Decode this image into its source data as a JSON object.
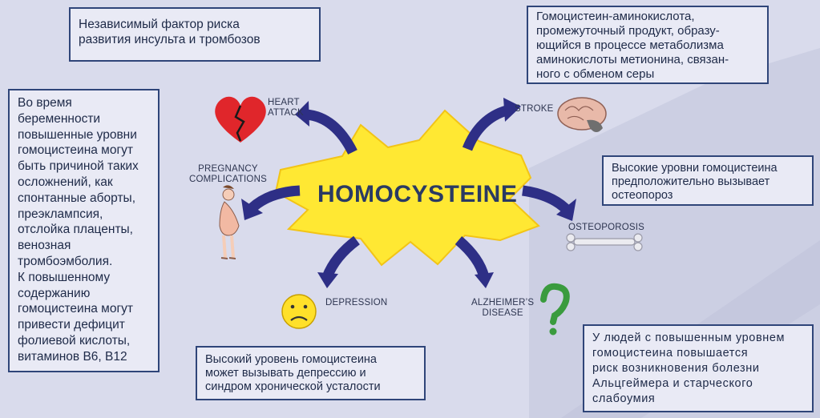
{
  "center_label": "HOMOCYSTEINE",
  "outcomes": {
    "heart_attack": "HEART\nATTACK",
    "stroke": "STROKE",
    "pregnancy": "PREGNANCY\nCOMPLICATIONS",
    "osteoporosis": "OSTEOPOROSIS",
    "depression": "DEPRESSION",
    "alzheimers": "ALZHEIMER’S\nDISEASE"
  },
  "notes": {
    "top_left": "Независимый фактор риска\nразвития инсульта и тромбозов",
    "top_right": "Гомоцистеин-аминокислота,\nпромежуточный продукт, образу-\nющийся в процессе метаболизма\nаминокислоты метионина, связан-\nного с обменом серы",
    "left": "Во время\nбеременности\nповышенные уровни\nгомоцистеина могут\nбыть причиной таких\nосложнений, как\nспонтанные аборты,\nпреэклампсия,\nотслойка плаценты,\nвенозная\nтромбоэмболия.\nК повышенному\nсодержанию\nгомоцистеина могут\nпривести дефицит\nфолиевой кислоты,\nвитаминов В6, В12",
    "right_mid": "Высокие уровни гомоцистеина\nпредположительно вызывает\nостеопороз",
    "bottom_mid": "Высокий уровень гомоцистеина\nможет вызывать депрессию и\nсиндром хронической усталости",
    "bottom_right": "У людей с повышенным уровнем\nгомоцистеина повышается\nриск возникновения болезни\nАльцгеймера и старческого\nслабоумия"
  },
  "colors": {
    "background": "#d9dbec",
    "box_border": "#2f4579",
    "star": "#ffe833",
    "arrow": "#2e2f86",
    "heart": "#e0262b",
    "question_mark": "#3a9b3e"
  },
  "icons": {
    "heart": "broken-heart-icon",
    "brain": "brain-icon",
    "woman": "pregnant-woman-icon",
    "bone": "bone-icon",
    "face": "sad-face-icon",
    "question": "question-mark-icon"
  }
}
